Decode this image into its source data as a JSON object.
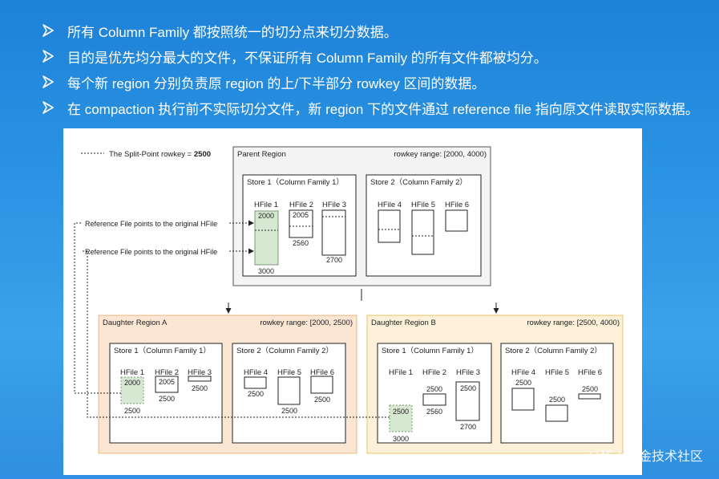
{
  "bullets": [
    "所有 Column Family 都按照统一的切分点来切分数据。",
    "目的是优先均分最大的文件，不保证所有 Column Family 的所有文件都被均分。",
    "每个新 region 分别负责原 region 的上/下半部分 rowkey 区间的数据。",
    "在 compaction 执行前不实际切分文件，新 region 下的文件通过 reference file 指向原文件读取实际数据。"
  ],
  "legend": {
    "text": "The Split-Point rowkey = ",
    "value": "2500"
  },
  "reference_notes": [
    "Reference File points to the original HFile",
    "Reference File points to the original HFile"
  ],
  "parent_region": {
    "title": "Parent Region",
    "range": "rowkey range: [2000, 4000)",
    "store1": {
      "title": "Store 1（Column Family 1）",
      "hfiles": [
        "HFile 1",
        "HFile 2",
        "HFile 3"
      ],
      "values": {
        "h1_top": "2000",
        "h1_bottom": "3000",
        "h2_top": "2005",
        "h2_bottom": "2560",
        "h3_bottom": "2700"
      }
    },
    "store2": {
      "title": "Store 2（Column Family 2）",
      "hfiles": [
        "HFile 4",
        "HFile 5",
        "HFile 6"
      ]
    }
  },
  "daughter_a": {
    "title": "Daughter Region A",
    "range": "rowkey range: [2000, 2500)",
    "store1": {
      "title": "Store 1（Column Family 1）",
      "hfiles": [
        "HFile 1",
        "HFile 2",
        "HFile 3"
      ],
      "values": {
        "h1_top": "2000",
        "h1_bottom": "2500",
        "h2_top": "2005",
        "h2_bottom": "2500",
        "h3_bottom": "2500"
      }
    },
    "store2": {
      "title": "Store 2（Column Family 2）",
      "hfiles": [
        "HFile 4",
        "HFile 5",
        "HFile 6"
      ],
      "values": {
        "h4": "2500",
        "h5": "2500",
        "h6": "2500"
      }
    }
  },
  "daughter_b": {
    "title": "Daughter Region B",
    "range": "rowkey range: [2500, 4000)",
    "store1": {
      "title": "Store 1（Column Family 1）",
      "hfiles": [
        "HFile 1",
        "HFile 2",
        "HFile 3"
      ],
      "values": {
        "h1_top": "2500",
        "h1_bottom": "3000",
        "h2_top": "2500",
        "h2_bottom": "2560",
        "h3_top": "2500",
        "h3_bottom": "2700"
      }
    },
    "store2": {
      "title": "Store 2（Column Family 2）",
      "hfiles": [
        "HFile 4",
        "HFile 5",
        "HFile 6"
      ],
      "values": {
        "h4": "2500",
        "h5": "2500",
        "h6": "2500"
      }
    }
  },
  "colors": {
    "parent_fill": "#f4f4f4",
    "daughter_a_fill": "#fbe6d4",
    "daughter_a_border": "#e8b882",
    "daughter_b_fill": "#fcf0d8",
    "daughter_b_border": "#e9c46a",
    "hfile_green": "#d6e8d2",
    "store_border": "#222222"
  },
  "watermark": "@稀土掘金技术社区"
}
